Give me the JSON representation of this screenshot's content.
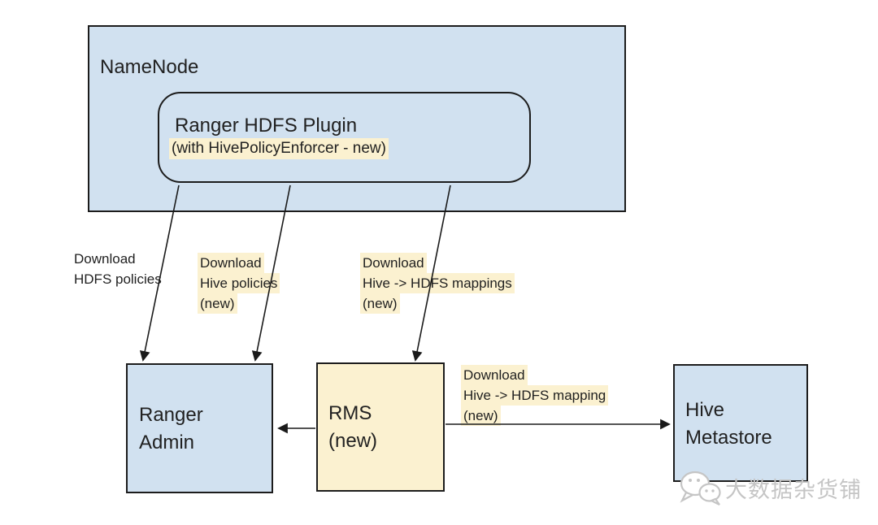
{
  "colors": {
    "node_blue": "#d1e1f0",
    "node_yellow": "#fbf1d0",
    "highlight_yellow": "#fbf1d0",
    "border": "#1c1c1c",
    "arrow": "#1a1a1a",
    "watermark_gray": "#c5c5c5",
    "background": "#ffffff"
  },
  "nodes": {
    "namenode": {
      "label": "NameNode"
    },
    "ranger_hdfs_plugin": {
      "title": "Ranger HDFS Plugin",
      "subtitle": "(with HivePolicyEnforcer - new)"
    },
    "ranger_admin": {
      "line1": "Ranger",
      "line2": "Admin"
    },
    "rms": {
      "line1": "RMS",
      "line2": "(new)"
    },
    "hive_metastore": {
      "line1": "Hive",
      "line2": "Metastore"
    }
  },
  "edge_labels": {
    "hdfs_policies": {
      "line1": "Download",
      "line2": "HDFS policies"
    },
    "hive_policies": {
      "line1": "Download",
      "line2": "Hive policies",
      "line3": "(new)"
    },
    "hive_hdfs_mappings": {
      "line1": "Download",
      "line2": "Hive -> HDFS mappings",
      "line3": "(new)"
    },
    "hive_hdfs_mapping": {
      "line1": "Download",
      "line2": "Hive -> HDFS mapping",
      "line3": "(new)"
    }
  },
  "edges": [
    {
      "from": "ranger_hdfs_plugin",
      "to": "ranger_admin",
      "label": "hdfs_policies"
    },
    {
      "from": "ranger_hdfs_plugin",
      "to": "ranger_admin",
      "label": "hive_policies"
    },
    {
      "from": "ranger_hdfs_plugin",
      "to": "rms",
      "label": "hive_hdfs_mappings"
    },
    {
      "from": "rms",
      "to": "ranger_admin",
      "label": ""
    },
    {
      "from": "rms",
      "to": "hive_metastore",
      "label": "hive_hdfs_mapping"
    }
  ],
  "watermark": {
    "text": "大数据杂货铺",
    "icon": "wechat-icon"
  }
}
